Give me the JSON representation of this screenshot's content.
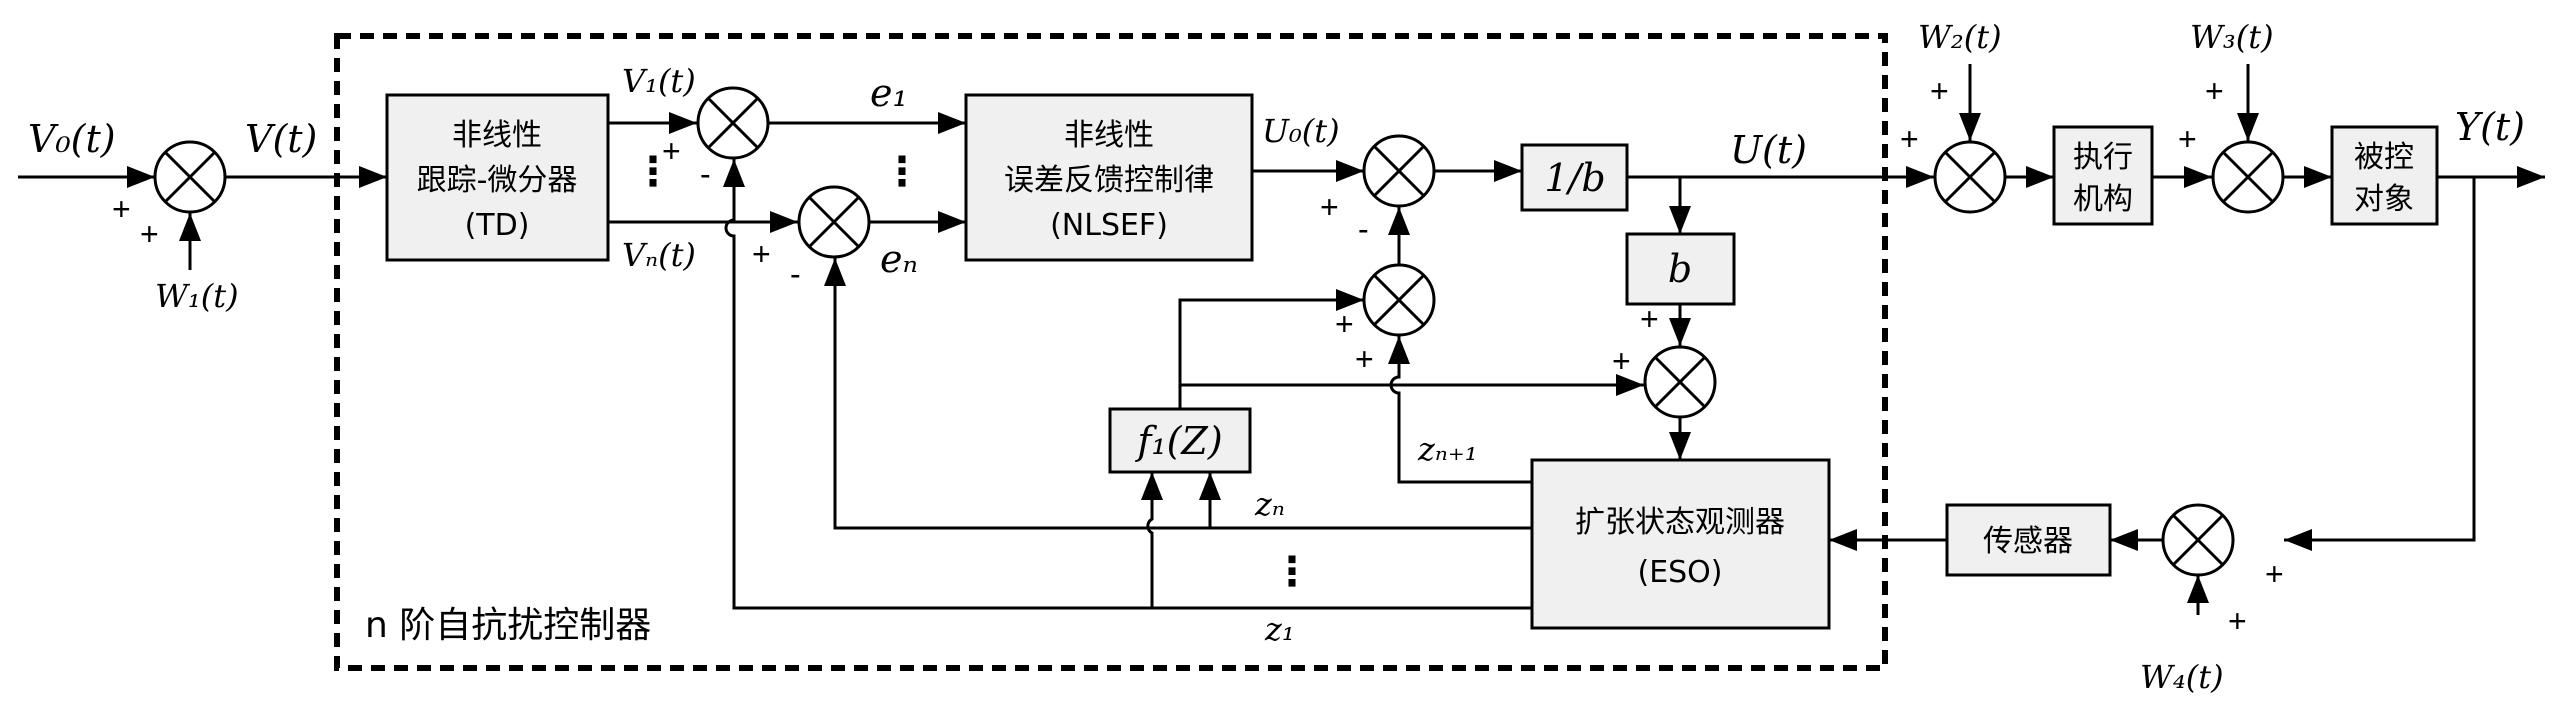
{
  "blocks": {
    "td": [
      "非线性",
      "跟踪-微分器",
      "(TD)"
    ],
    "nlsef": [
      "非线性",
      "误差反馈控制律",
      "(NLSEF)"
    ],
    "inv_b": "1/b",
    "b": "b",
    "f1": "f₁(Z)",
    "eso": [
      "扩张状态观测器",
      "(ESO)"
    ],
    "actuator": [
      "执行",
      "机构"
    ],
    "plant": [
      "被控",
      "对象"
    ],
    "sensor": "传感器"
  },
  "signals": {
    "v0": "V₀(t)",
    "v": "V(t)",
    "w1": "W₁(t)",
    "v1": "V₁(t)",
    "vn": "Vₙ(t)",
    "e1": "e₁",
    "en": "eₙ",
    "u0": "U₀(t)",
    "u": "U(t)",
    "w2": "W₂(t)",
    "w3": "W₃(t)",
    "y": "Y(t)",
    "w4": "W₄(t)",
    "zn1": "zₙ₊₁",
    "zn": "zₙ",
    "z1": "z₁"
  },
  "signs": {
    "plus": "+",
    "minus": "-"
  },
  "ellipsis": "⋮",
  "controller_label": "n 阶自抗扰控制器"
}
